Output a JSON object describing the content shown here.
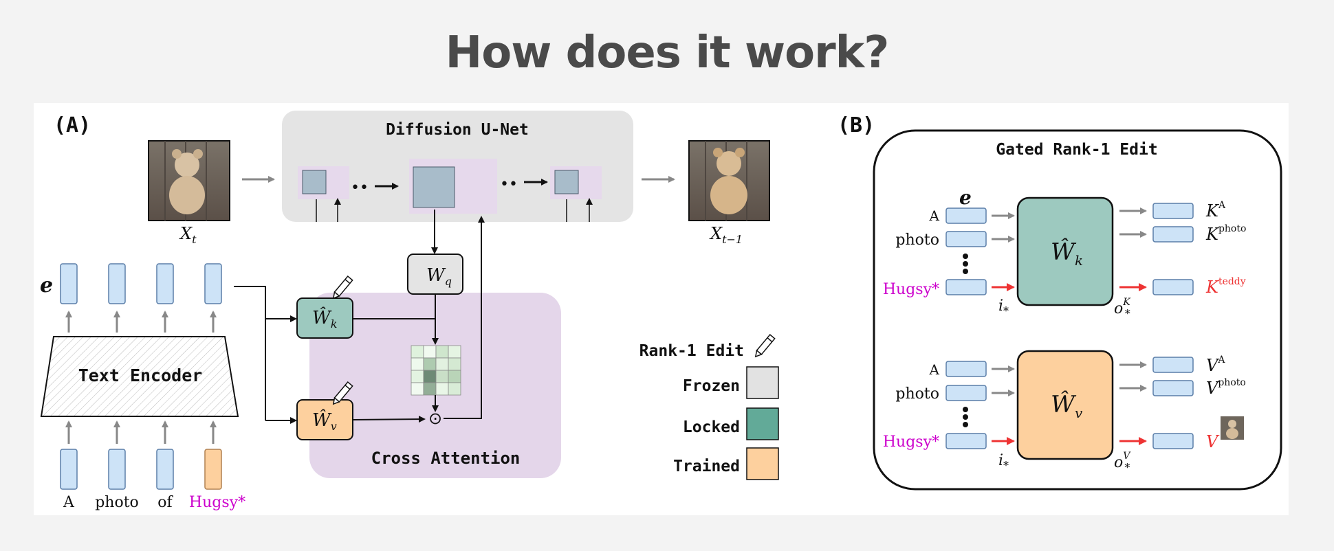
{
  "page": {
    "title": "How does it work?"
  },
  "panel_a": {
    "label": "(A)",
    "unet_label": "Diffusion U-Net",
    "x_t": "X",
    "x_t_sub": "t",
    "x_t1": "X",
    "x_t1_sub": "t−1",
    "e_label": "e",
    "text_encoder": "Text Encoder",
    "tokens": [
      "A",
      "photo",
      "of",
      "Hugsy*"
    ],
    "wq": "W",
    "wq_sub": "q",
    "wk": "Ŵ",
    "wk_sub": "k",
    "wv": "Ŵ",
    "wv_sub": "v",
    "cross_attention": "Cross Attention",
    "dots": "••",
    "odot": "⊙"
  },
  "legend": {
    "rank1": "Rank-1 Edit",
    "frozen": "Frozen",
    "locked": "Locked",
    "trained": "Trained"
  },
  "panel_b": {
    "label": "(B)",
    "title": "Gated Rank-1 Edit",
    "e_label": "e",
    "inputs": [
      "A",
      "photo",
      "Hugsy*"
    ],
    "key_outputs": [
      {
        "base": "K",
        "sup": "A"
      },
      {
        "base": "K",
        "sup": "photo"
      },
      {
        "base": "K",
        "sup": "teddy"
      }
    ],
    "value_outputs": [
      {
        "base": "V",
        "sup": "A"
      },
      {
        "base": "V",
        "sup": "photo"
      },
      {
        "base": "V",
        "sup": ""
      }
    ],
    "wk": "Ŵ",
    "wk_sub": "k",
    "wv": "Ŵ",
    "wv_sub": "v",
    "i_star": "i",
    "i_star_sub": "*",
    "o_k": "o",
    "o_k_sup": "K",
    "o_k_sub": "*",
    "o_v": "o",
    "o_v_sup": "V",
    "o_v_sub": "*"
  },
  "colors": {
    "hugsy": "#cc00cc",
    "red": "#ee3333",
    "token_fill": "#cde3f7",
    "token_stroke": "#5b7ea8",
    "locked": "#9dc9bf",
    "trained": "#fdd09e",
    "frozen": "#e2e2e2",
    "cross": "#e4d6ea",
    "unet": "#e4e4e4"
  }
}
